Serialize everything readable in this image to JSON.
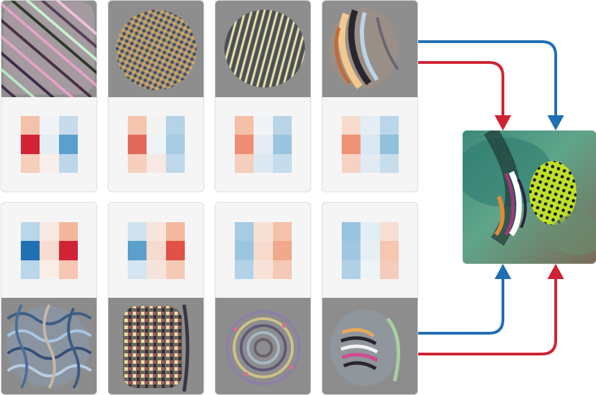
{
  "colors": {
    "blue": "#1f6fb4",
    "red": "#cf2232",
    "card_background": "#f5f5f5",
    "card_border": "#dcdcdc"
  },
  "top_units": [
    {
      "pattern": "diagonal-stripes-icon",
      "weights": [
        "#f4c1aa",
        "#eff3f5",
        "#c6dcec",
        "#d02435",
        "#e4edf2",
        "#5aa0cc",
        "#f6cebc",
        "#f8eeea",
        "#bcd7ea"
      ]
    },
    {
      "pattern": "fine-checker-texture-icon",
      "weights": [
        "#f5c4ae",
        "#f3f3f3",
        "#b4d3e7",
        "#e3695a",
        "#eef3f6",
        "#a6cbe3",
        "#f6cfbe",
        "#f6e9e4",
        "#bdd8ea"
      ]
    },
    {
      "pattern": "vertical-stripes-texture-icon",
      "weights": [
        "#f4c0a8",
        "#f1f4f6",
        "#b8d5e8",
        "#ee8e72",
        "#e4edf3",
        "#9ac5df",
        "#f6cebd",
        "#dce9f2",
        "#c4dcec"
      ]
    },
    {
      "pattern": "curved-edge-texture-icon",
      "weights": [
        "#f7dbcd",
        "#e3edf4",
        "#bbd6ea",
        "#ef9276",
        "#dae8f1",
        "#92c0dd",
        "#f6d2c2",
        "#e0ebf3",
        "#c7ddec"
      ]
    }
  ],
  "bottom_units": [
    {
      "pattern": "wavy-mesh-texture-icon",
      "weights": [
        "#bad6ea",
        "#f8e9e2",
        "#f4b79c",
        "#2170b4",
        "#f7dccf",
        "#d02435",
        "#b9d6ea",
        "#f9ede7",
        "#f5c6b1"
      ]
    },
    {
      "pattern": "vertical-bars-texture-icon",
      "weights": [
        "#cfe2ef",
        "#f7e5dd",
        "#f4b89e",
        "#5b9fcb",
        "#f5dbce",
        "#e05246",
        "#d5e5f1",
        "#f6e4dc",
        "#f5cbb8"
      ]
    },
    {
      "pattern": "circular-swirl-texture-icon",
      "weights": [
        "#a6cbe3",
        "#f7e1d7",
        "#f4c2aa",
        "#9cc6e0",
        "#f5dacd",
        "#f0a98d",
        "#b4d2e7",
        "#f7e3da",
        "#f4c9b5"
      ]
    },
    {
      "pattern": "concentric-ring-texture-icon",
      "weights": [
        "#98c4df",
        "#e3edf4",
        "#f7dfd3",
        "#a0c7e1",
        "#e6eff4",
        "#f5c6b0",
        "#b0d0e6",
        "#eef3f6",
        "#f4ccba"
      ]
    }
  ],
  "target_unit": {
    "pattern": "green-spotted-texture-icon"
  },
  "connections": [
    {
      "from": "top-unit-4",
      "to": "target-unit",
      "color": "blue"
    },
    {
      "from": "top-unit-4",
      "to": "target-unit",
      "color": "red"
    },
    {
      "from": "bottom-unit-4",
      "to": "target-unit",
      "color": "blue"
    },
    {
      "from": "bottom-unit-4",
      "to": "target-unit",
      "color": "red"
    }
  ]
}
